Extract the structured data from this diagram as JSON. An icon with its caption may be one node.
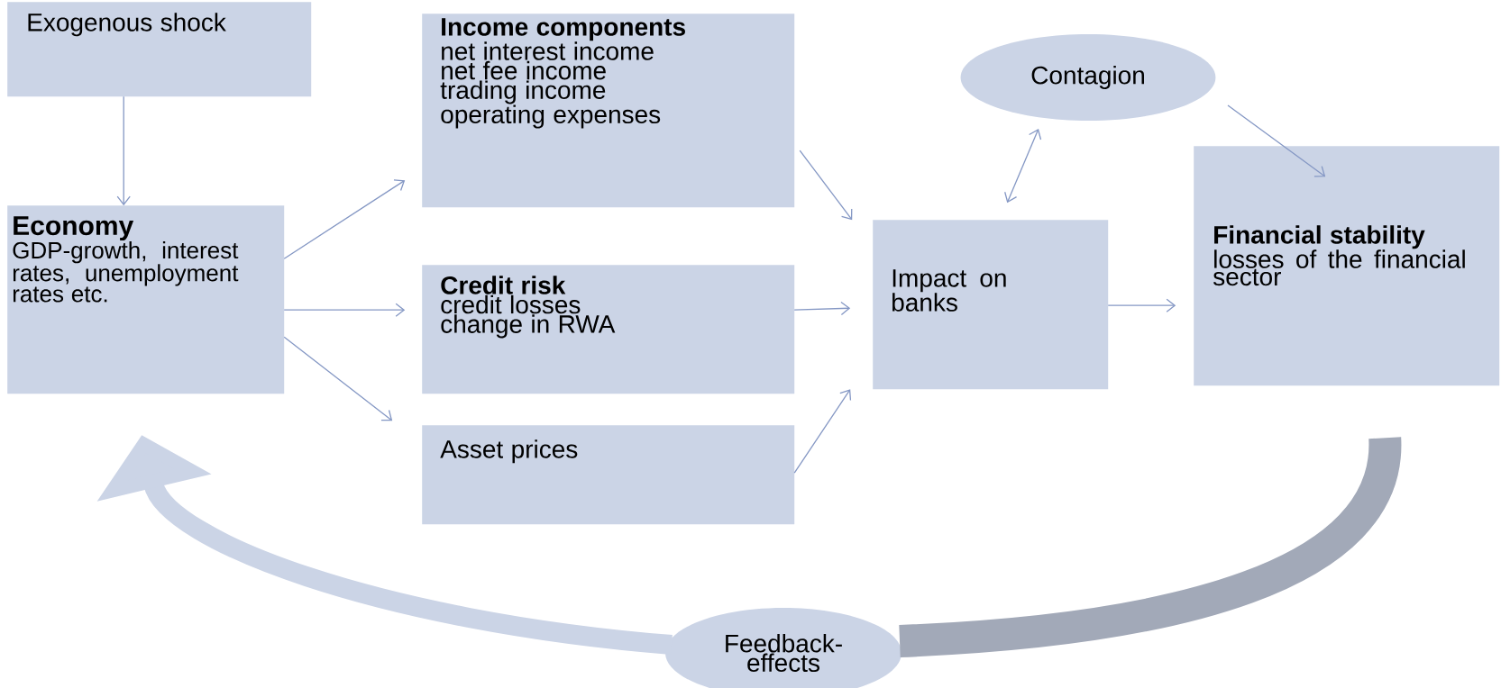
{
  "diagram": {
    "nodes": [
      {
        "text": [
          "Exogenous shock"
        ]
      },
      {
        "text": [
          "Economy",
          "GDP-growth, interest rates, unemployment rates etc."
        ]
      },
      {
        "text": [
          "Income components",
          "net interest income",
          "net fee income",
          "trading income",
          "operating expenses"
        ]
      },
      {
        "text": [
          "Credit risk",
          "credit losses",
          "change in RWA"
        ]
      },
      {
        "text": [
          "Asset prices"
        ]
      },
      {
        "text": [
          "Impact on banks"
        ]
      },
      {
        "text": [
          "Contagion"
        ]
      },
      {
        "text": [
          "Financial stability",
          "losses of the financial sector"
        ]
      },
      {
        "text": [
          "Feedback-effects"
        ]
      }
    ],
    "edges": [
      {
        "from": 0,
        "to": 1,
        "arrow": "to"
      },
      {
        "from": 1,
        "to": 2,
        "arrow": "to"
      },
      {
        "from": 1,
        "to": 3,
        "arrow": "to"
      },
      {
        "from": 1,
        "to": 4,
        "arrow": "to"
      },
      {
        "from": 2,
        "to": 5,
        "arrow": "to"
      },
      {
        "from": 3,
        "to": 5,
        "arrow": "to"
      },
      {
        "from": 4,
        "to": 5,
        "arrow": "to"
      },
      {
        "from": 5,
        "to": 6,
        "arrow": "both"
      },
      {
        "from": 6,
        "to": 7,
        "arrow": "to"
      },
      {
        "from": 5,
        "to": 7,
        "arrow": "to"
      },
      {
        "from": 7,
        "to": 8,
        "arrow": "none",
        "style": "thick",
        "color": "#a2a9b8"
      },
      {
        "from": 8,
        "to": 1,
        "arrow": "to",
        "style": "thick",
        "color": "#cbd4e6"
      }
    ]
  }
}
